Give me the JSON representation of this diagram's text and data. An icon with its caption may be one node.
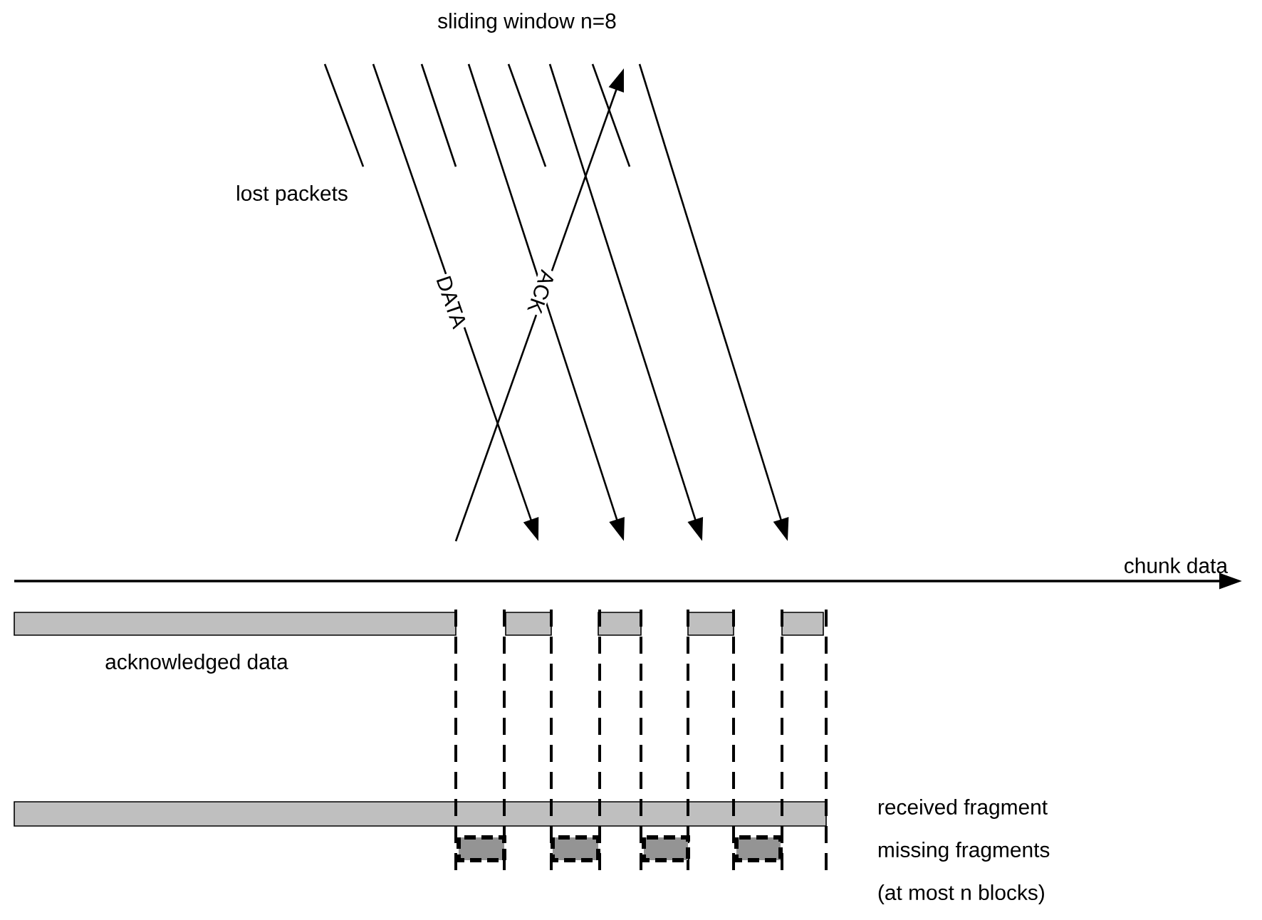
{
  "diagram": {
    "labels": [
      "sliding window n=8",
      "lost packets",
      "DATA",
      "ACK",
      "chunk data",
      "acknowledged data",
      "received fragment",
      "missing fragments",
      "(at most n blocks)"
    ]
  }
}
